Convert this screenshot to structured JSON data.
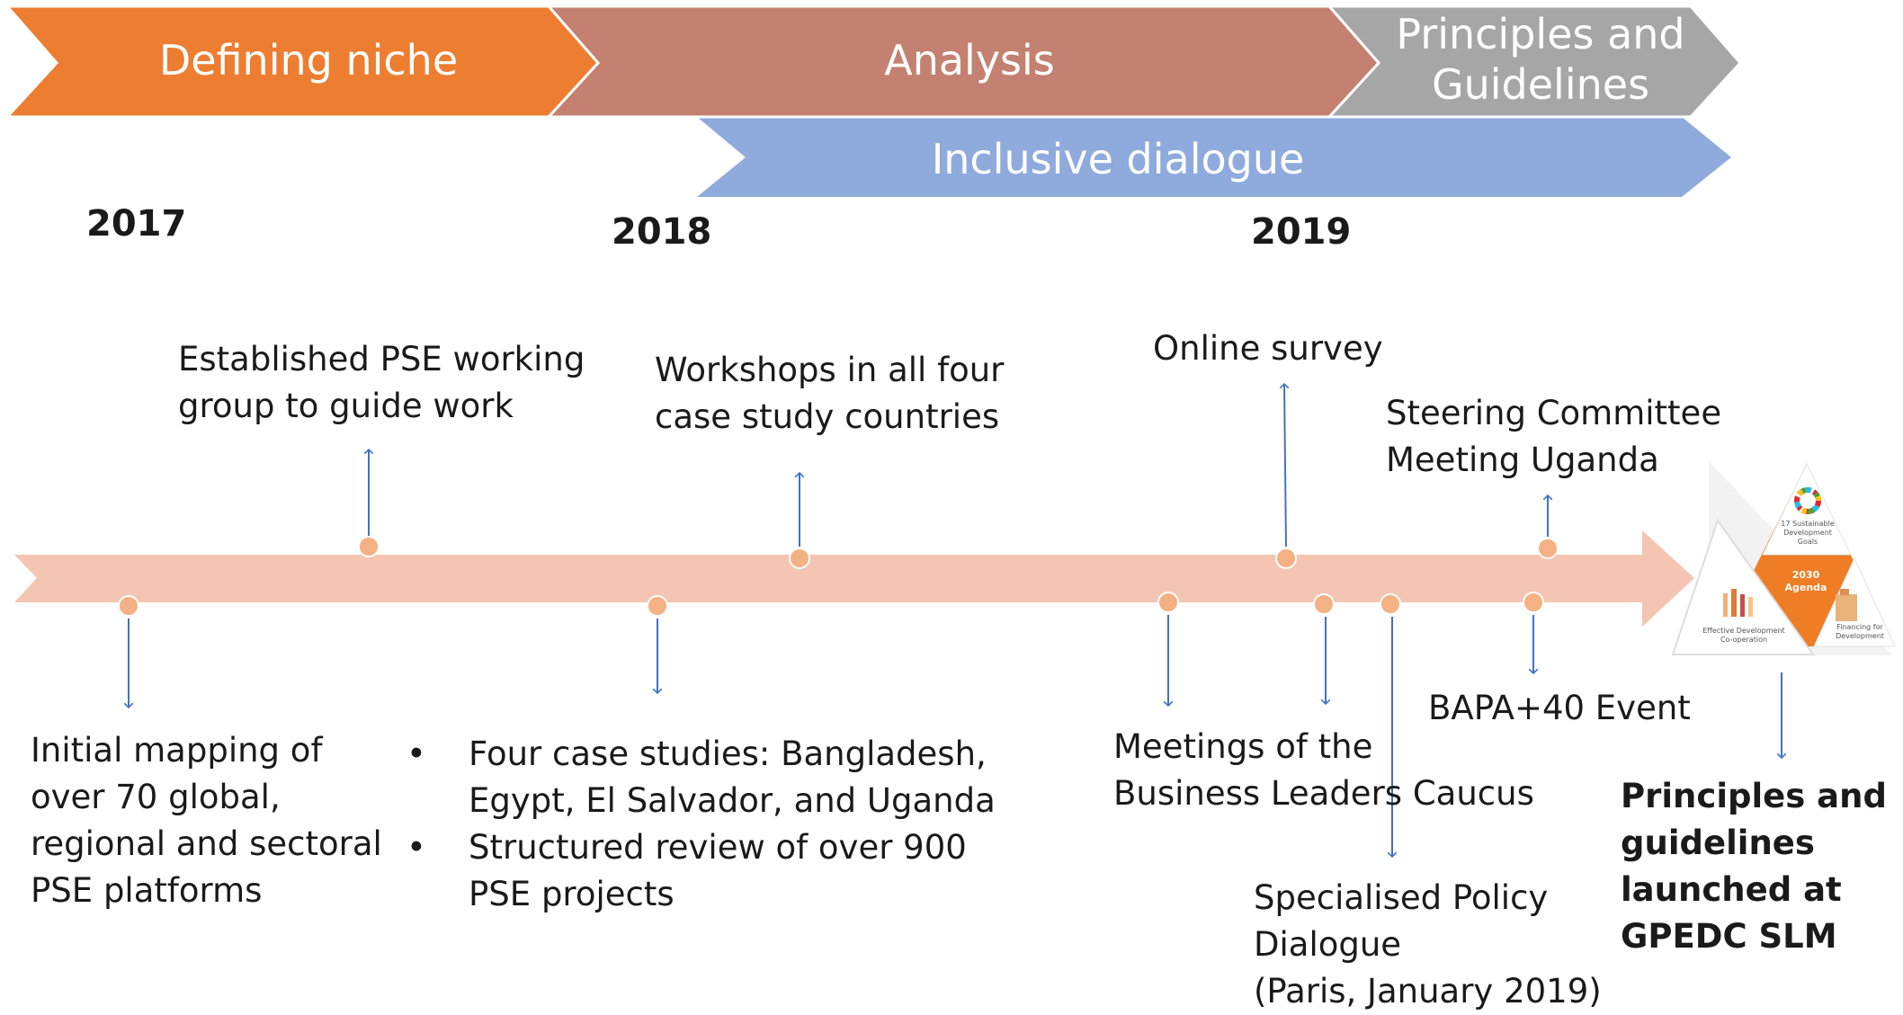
{
  "phases": {
    "defining_niche": "Defining niche",
    "analysis": "Analysis",
    "principles_line1": "Principles and",
    "principles_line2": "Guidelines",
    "inclusive_dialogue": "Inclusive dialogue"
  },
  "years": [
    "2017",
    "2018",
    "2019"
  ],
  "events_above": {
    "working_group": [
      "Established PSE working",
      "group to guide work"
    ],
    "workshops": [
      "Workshops in all four",
      "case study countries"
    ],
    "online_survey": "Online survey",
    "steering": [
      "Steering Committee",
      "Meeting Uganda"
    ]
  },
  "events_below": {
    "mapping": [
      "Initial mapping of",
      "over 70 global,",
      "regional and sectoral",
      "PSE platforms"
    ],
    "case_studies": [
      "Four case studies: Bangladesh,",
      "Egypt, El Salvador, and Uganda"
    ],
    "review": [
      "Structured review of over 900",
      "PSE projects"
    ],
    "meetings": [
      "Meetings of the",
      "Business Leaders Caucus"
    ],
    "bapa": "BAPA+40 Event",
    "policy_dialogue": [
      "Specialised Policy",
      "Dialogue",
      "(Paris, January 2019)"
    ],
    "launch": [
      "Principles and",
      "guidelines",
      "launched at",
      "GPEDC SLM"
    ]
  },
  "agenda_graphic": {
    "top": [
      "17 Sustainable",
      "Development",
      "Goals"
    ],
    "center": [
      "2030",
      "Agenda"
    ],
    "left": [
      "Effective Development",
      "Co-operation"
    ],
    "right": [
      "Financing for",
      "Development"
    ]
  },
  "colors": {
    "defining_niche": "#ED7D31",
    "analysis": "#C48070",
    "principles": "#A6A6A6",
    "inclusive_dialogue": "#8FAADC",
    "timeline": "#F4C5B2",
    "arrows": "#4472C4",
    "dots": "#F4B183",
    "agenda_orange": "#EE7D26"
  }
}
